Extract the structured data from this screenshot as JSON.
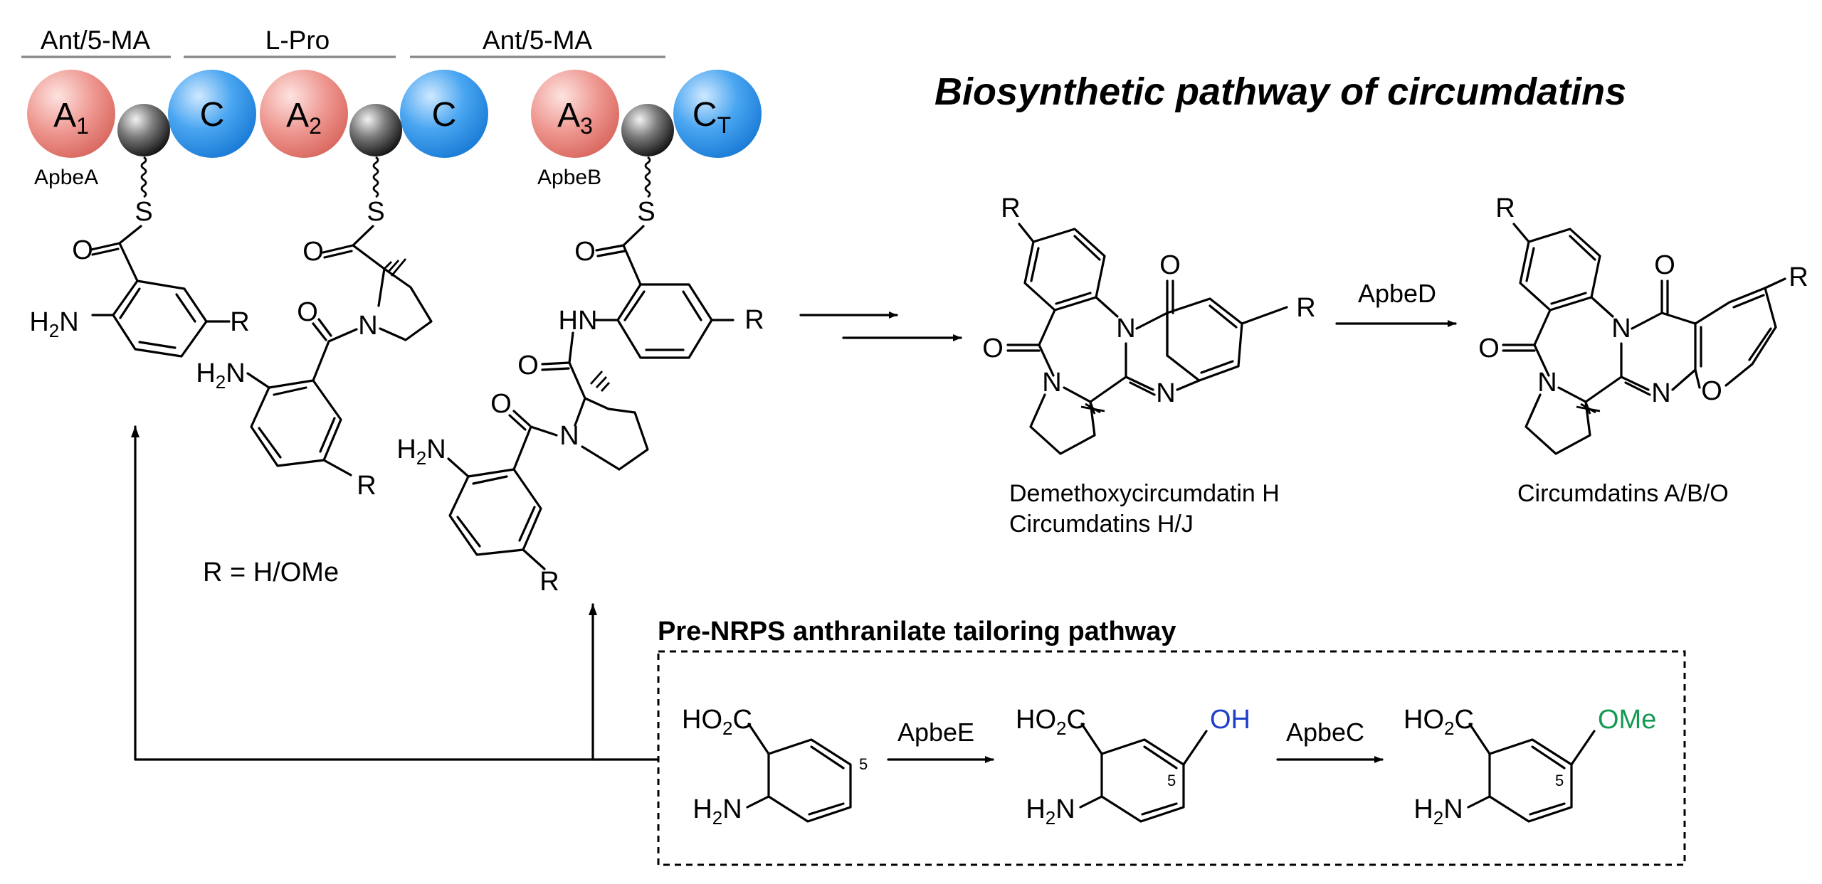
{
  "title": "Biosynthetic pathway of circumdatins",
  "module_headers": [
    "Ant/5-MA",
    "L-Pro",
    "Ant/5-MA"
  ],
  "domains": {
    "a1": "A",
    "a1_sub": "1",
    "c1": "C",
    "a2": "A",
    "a2_sub": "2",
    "c2": "C",
    "a3": "A",
    "a3_sub": "3",
    "ct": "C",
    "ct_sub": "T"
  },
  "enzyme_labels": {
    "apbeA": "ApbeA",
    "apbeB": "ApbeB"
  },
  "r_definition": "R = H/OMe",
  "products": {
    "first": [
      "Demethoxycircumdatin H",
      "Circumdatins H/J"
    ],
    "second": "Circumdatins A/B/O"
  },
  "arrows": {
    "apbeD": "ApbeD",
    "apbeE": "ApbeE",
    "apbeC": "ApbeC"
  },
  "tailoring": {
    "title": "Pre-NRPS anthranilate tailoring pathway",
    "position_label": "5",
    "substituent_oh": "OH",
    "substituent_ome": "OMe"
  },
  "atoms": {
    "S": "S",
    "O": "O",
    "N": "N",
    "R": "R",
    "HN": "HN",
    "H2N_H": "H",
    "H2N_N": "N",
    "H2N_sub": "2",
    "HO2C_a": "HO",
    "HO2C_sub": "2",
    "HO2C_b": "C"
  },
  "colors": {
    "adenylation": "#e8857f",
    "condensation": "#3d9be9",
    "pcp": "#2a2a2a",
    "hydroxyl": "#1d3fc9",
    "methoxy": "#159a55"
  }
}
